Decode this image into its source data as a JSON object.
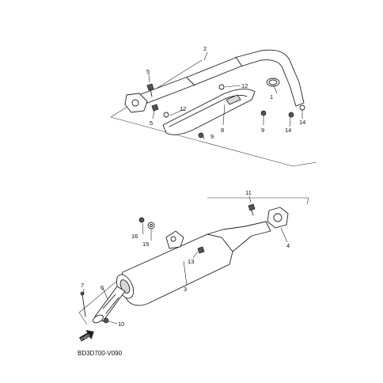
{
  "diagram_code": "BD3D700-V090",
  "fwd_label": "FWD",
  "callouts": {
    "c1": "1",
    "c2": "2",
    "c3": "3",
    "c4": "4",
    "c5a": "5",
    "c5b": "5",
    "c6": "6",
    "c7": "7",
    "c8": "8",
    "c9a": "9",
    "c9b": "9",
    "c10": "10",
    "c11": "11",
    "c12a": "12",
    "c12b": "12",
    "c13": "13",
    "c14a": "14",
    "c14b": "14",
    "c15": "15",
    "c16": "16"
  }
}
